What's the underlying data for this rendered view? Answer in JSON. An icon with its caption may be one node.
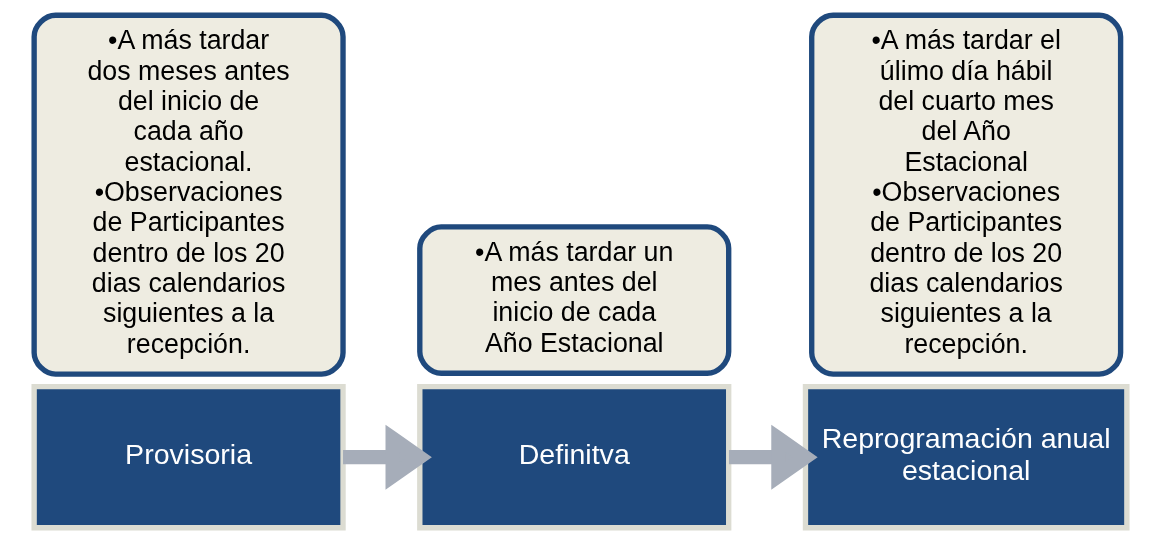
{
  "diagram": {
    "nodes": [
      {
        "text": [
          "Provisoria"
        ]
      },
      {
        "text": [
          "•A más tardar dos meses antes del inicio de cada año estacional.",
          "•Observaciones de Participantes dentro de los 20 dias calendarios siguientes a la recepción."
        ]
      },
      {
        "text": [
          "Definitva"
        ]
      },
      {
        "text": [
          "•A más tardar un mes antes del inicio de cada Año Estacional"
        ]
      },
      {
        "text": [
          "Reprogramación anual estacional"
        ]
      },
      {
        "text": [
          "•A más tardar el úlimo día hábil del cuarto mes del Año Estacional",
          "•Observaciones de Participantes dentro de los 20 dias calendarios siguientes a la recepción."
        ]
      }
    ],
    "edges": [
      {
        "from": 0,
        "to": 2,
        "arrow": "to"
      },
      {
        "from": 2,
        "to": 4,
        "arrow": "to"
      }
    ]
  }
}
